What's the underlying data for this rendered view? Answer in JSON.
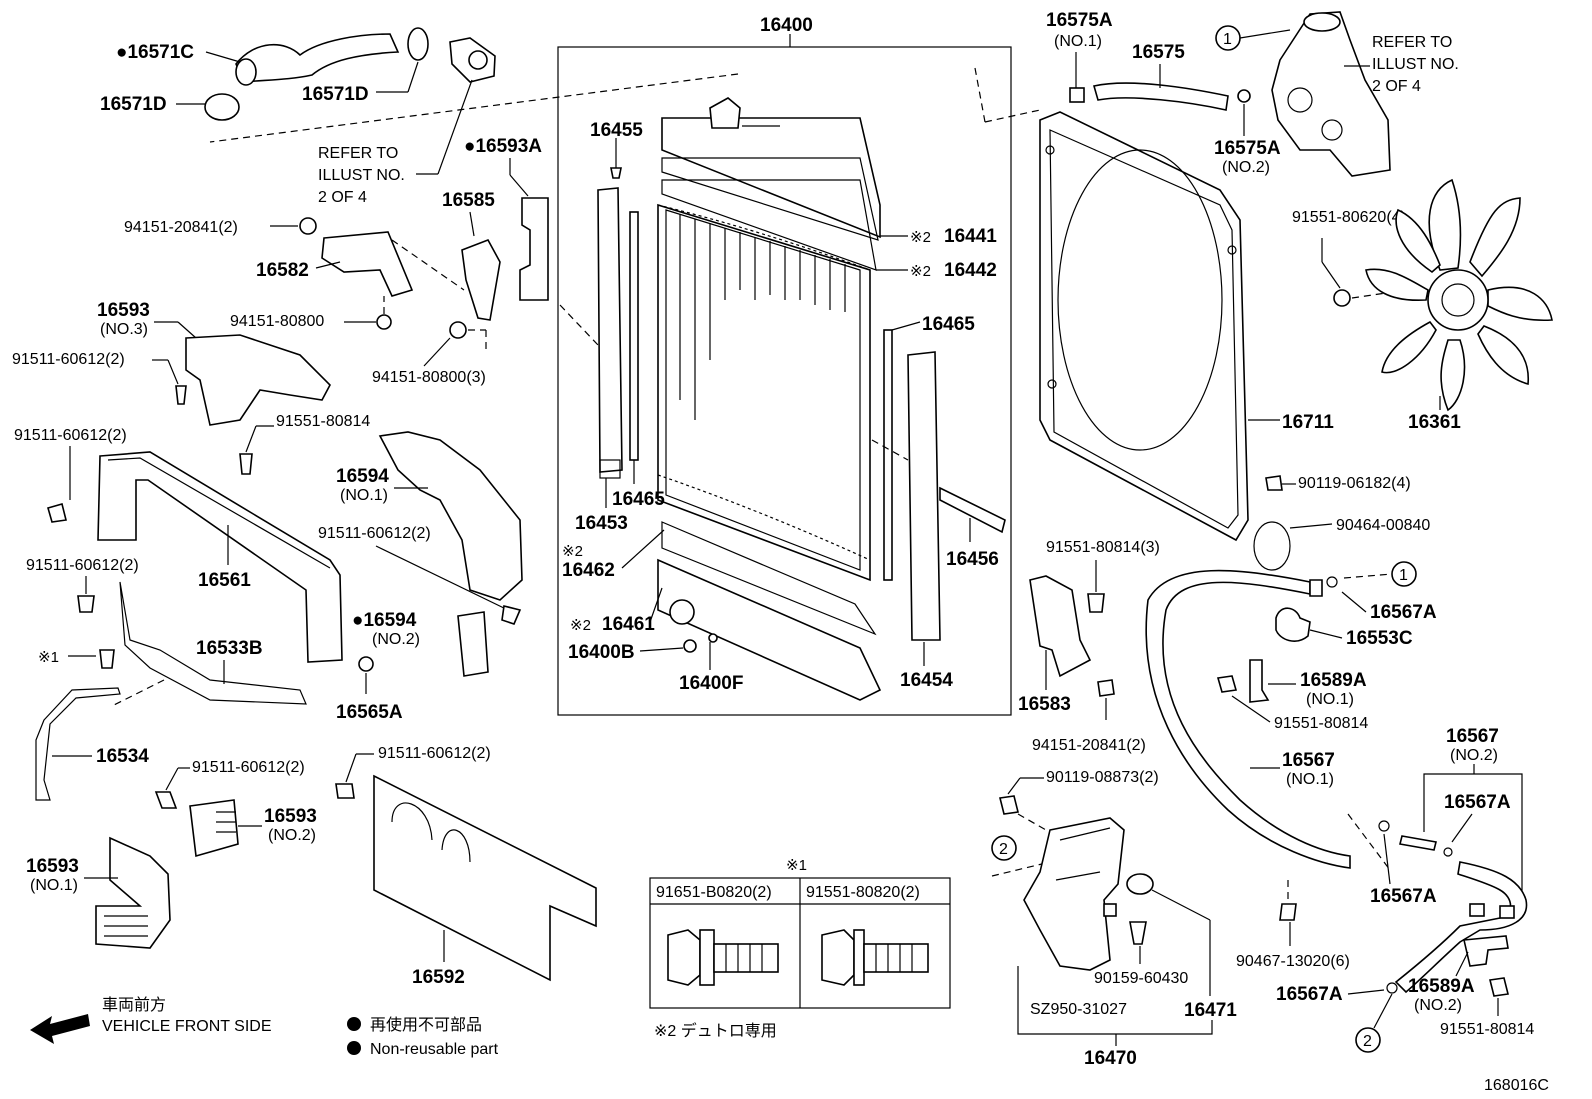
{
  "diagram_id": "168016C",
  "parts": {
    "p16400": "16400",
    "p16571C": "●16571C",
    "p16571D_left": "16571D",
    "p16571D_mid": "16571D",
    "refer1_l1": "REFER TO",
    "refer1_l2": "ILLUST NO.",
    "refer1_l3": "2 OF 4",
    "p16593A": "●16593A",
    "p94151_20841_a": "94151-20841(2)",
    "p16585": "16585",
    "p16582": "16582",
    "p16593_no3": "16593",
    "no3": "(NO.3)",
    "p94151_80800": "94151-80800",
    "p94151_80800_3": "94151-80800(3)",
    "p91511_60612_a": "91511-60612(2)",
    "p91551_80814_a": "91551-80814",
    "p91511_60612_b": "91511-60612(2)",
    "p16594_no1": "16594",
    "no1_a": "(NO.1)",
    "p91511_60612_c": "91511-60612(2)",
    "p16561": "16561",
    "p91511_60612_d": "91511-60612(2)",
    "p16594_no2": "●16594",
    "no2_a": "(NO.2)",
    "mark1": "※1",
    "p16533B": "16533B",
    "p16565A": "16565A",
    "p16534": "16534",
    "p91511_60612_e": "91511-60612(2)",
    "p91511_60612_f": "91511-60612(2)",
    "p16593_no2": "16593",
    "no2_b": "(NO.2)",
    "p16593_no1": "16593",
    "no1_b": "(NO.1)",
    "p16592": "16592",
    "p16455": "16455",
    "p16441": "16441",
    "p16442": "16442",
    "mk2_a": "※2",
    "mk2_b": "※2",
    "p16465_r": "16465",
    "p16465_l": "16465",
    "p16453": "16453",
    "p16462": "16462",
    "mk2_c": "※2",
    "p16456": "16456",
    "p16461": "16461",
    "mk2_d": "※2",
    "p16400B": "16400B",
    "p16400F": "16400F",
    "p16454": "16454",
    "p16575A_top": "16575A",
    "no1_c": "(NO.1)",
    "p16575": "16575",
    "p16575A_no2": "16575A",
    "no2_c": "(NO.2)",
    "refer2_l1": "REFER TO",
    "refer2_l2": "ILLUST NO.",
    "refer2_l3": "2 OF 4",
    "p91551_80620": "91551-80620(4)",
    "p16711": "16711",
    "p16361": "16361",
    "p90119_06182": "90119-06182(4)",
    "p90464_00840": "90464-00840",
    "p91551_80814_3": "91551-80814(3)",
    "p16567A_a": "16567A",
    "p16553C": "16553C",
    "p16583": "16583",
    "p16589A_no1": "16589A",
    "no1_d": "(NO.1)",
    "p91551_80814_b": "91551-80814",
    "p94151_20841_b": "94151-20841(2)",
    "p16567_no1": "16567",
    "no1_e": "(NO.1)",
    "p16567_no2": "16567",
    "no2_d": "(NO.2)",
    "p90119_08873": "90119-08873(2)",
    "p16567A_b": "16567A",
    "p16567A_c": "16567A",
    "p90467_13020": "90467-13020(6)",
    "p16589A_no2": "16589A",
    "no2_e": "(NO.2)",
    "p16567A_d": "16567A",
    "p91551_80814_c": "91551-80814",
    "p90159_60430": "90159-60430",
    "pSZ950_31027": "SZ950-31027",
    "p16471": "16471",
    "p16470": "16470"
  },
  "callouts": {
    "c1": "1",
    "c2": "2"
  },
  "table": {
    "mark": "※1",
    "col1": "91651-B0820(2)",
    "col2": "91551-80820(2)"
  },
  "legend": {
    "front_jp": "車両前方",
    "front_en": "VEHICLE FRONT SIDE",
    "nonreuse_jp": "再使用不可部品",
    "nonreuse_en": "Non-reusable part",
    "note2": "※2 デュトロ専用"
  }
}
